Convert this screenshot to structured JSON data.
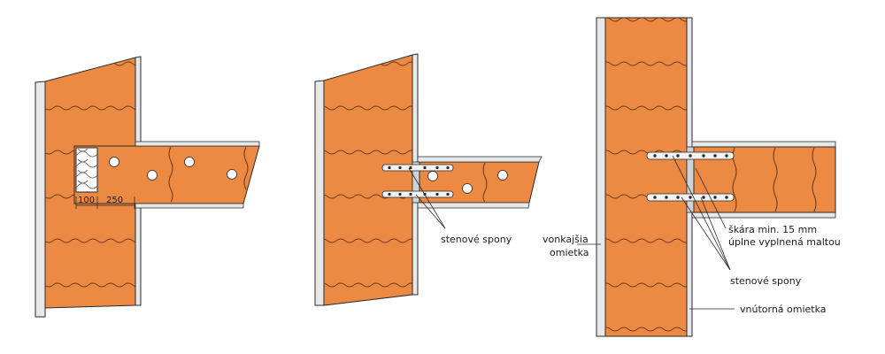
{
  "colors": {
    "brick": "#ec8a44",
    "brick_dark": "#d9762f",
    "mortar_line": "#6b3b1e",
    "plaster": "#e8e8e8",
    "outline": "#2a2a2a",
    "tie": "#f2f2f2",
    "insulation": "#ffffff",
    "grout": "#cfd3d6"
  },
  "panel1": {
    "dim_left": "100",
    "dim_right": "250",
    "icons": [
      "insulation-pattern-icon",
      "hole-icon"
    ]
  },
  "panel2": {
    "label_ties": "stenové spony"
  },
  "panel3": {
    "label_outer_line1": "vonkajšia",
    "label_outer_line2": "omietka",
    "label_joint_line1": "škára min. 15 mm",
    "label_joint_line2": "úplne vyplnená maltou",
    "label_ties": "stenové spony",
    "label_inner": "vnútorná omietka"
  }
}
